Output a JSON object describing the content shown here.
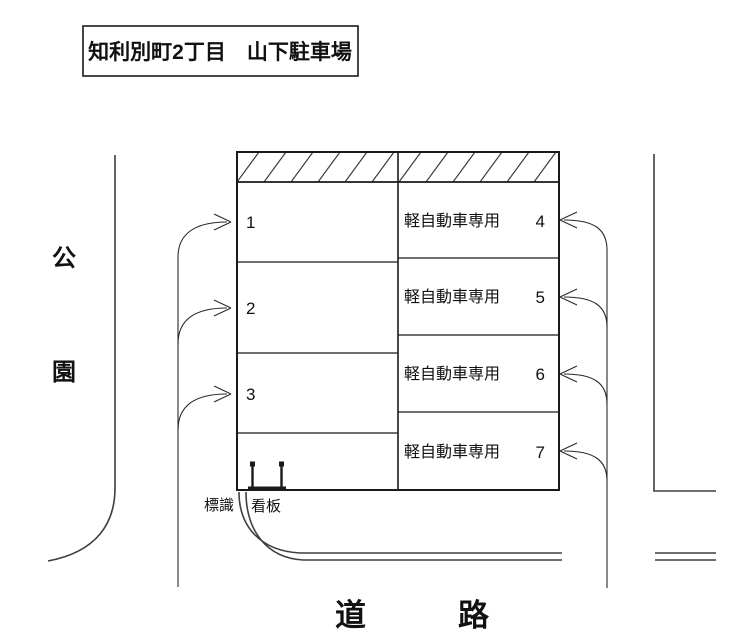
{
  "title": "知利別町2丁目　山下駐車場",
  "left_area": {
    "label_top": "公",
    "label_bottom": "園"
  },
  "road": {
    "label": "道路"
  },
  "lot": {
    "left_column": [
      {
        "number": "1"
      },
      {
        "number": "2"
      },
      {
        "number": "3"
      }
    ],
    "right_column": [
      {
        "label": "軽自動車専用",
        "number": "4"
      },
      {
        "label": "軽自動車専用",
        "number": "5"
      },
      {
        "label": "軽自動車専用",
        "number": "6"
      },
      {
        "label": "軽自動車専用",
        "number": "7"
      }
    ]
  },
  "annotations": {
    "sign_label": "標識",
    "board_label": "看板"
  },
  "colors": {
    "background": "#ffffff",
    "grid_line": "#1a1a1a",
    "road_line": "#3f3f3f"
  }
}
